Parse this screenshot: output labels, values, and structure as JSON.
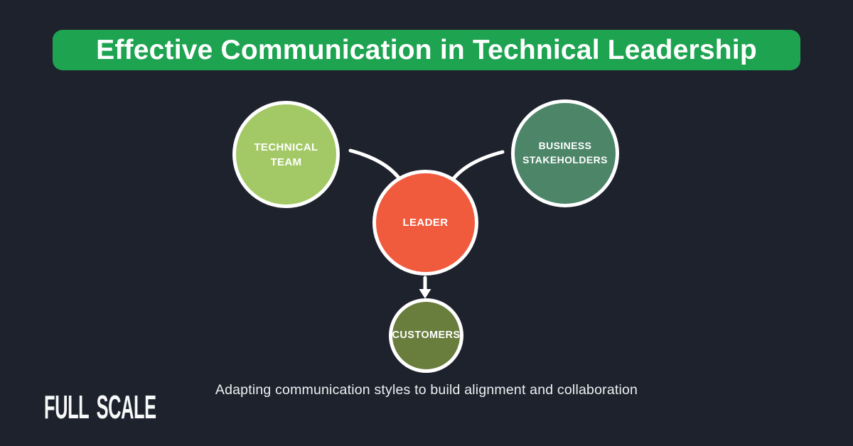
{
  "title": "Effective Communication in Technical Leadership",
  "caption": "Adapting communication styles to build alignment and collaboration",
  "logo": {
    "text": "FULL SCALE"
  },
  "colors": {
    "background": "#1e222d",
    "banner_green": "#1ea351",
    "technical_team": "#a3c966",
    "business_stakeholders": "#4c8568",
    "leader": "#f15b3d",
    "customers": "#697d3d",
    "connector_white": "#ffffff"
  },
  "diagram": {
    "nodes": [
      {
        "id": "technical-team",
        "label": "TECHNICAL\nTEAM",
        "color": "#a3c966"
      },
      {
        "id": "business-stakeholders",
        "label": "BUSINESS\nSTAKEHOLDERS",
        "color": "#4c8568"
      },
      {
        "id": "leader",
        "label": "LEADER",
        "color": "#f15b3d"
      },
      {
        "id": "customers",
        "label": "CUSTOMERS",
        "color": "#697d3d"
      }
    ],
    "connections": [
      {
        "from": "technical-team",
        "to": "leader",
        "style": "curve"
      },
      {
        "from": "business-stakeholders",
        "to": "leader",
        "style": "curve"
      },
      {
        "from": "leader",
        "to": "customers",
        "style": "arrow"
      }
    ]
  }
}
